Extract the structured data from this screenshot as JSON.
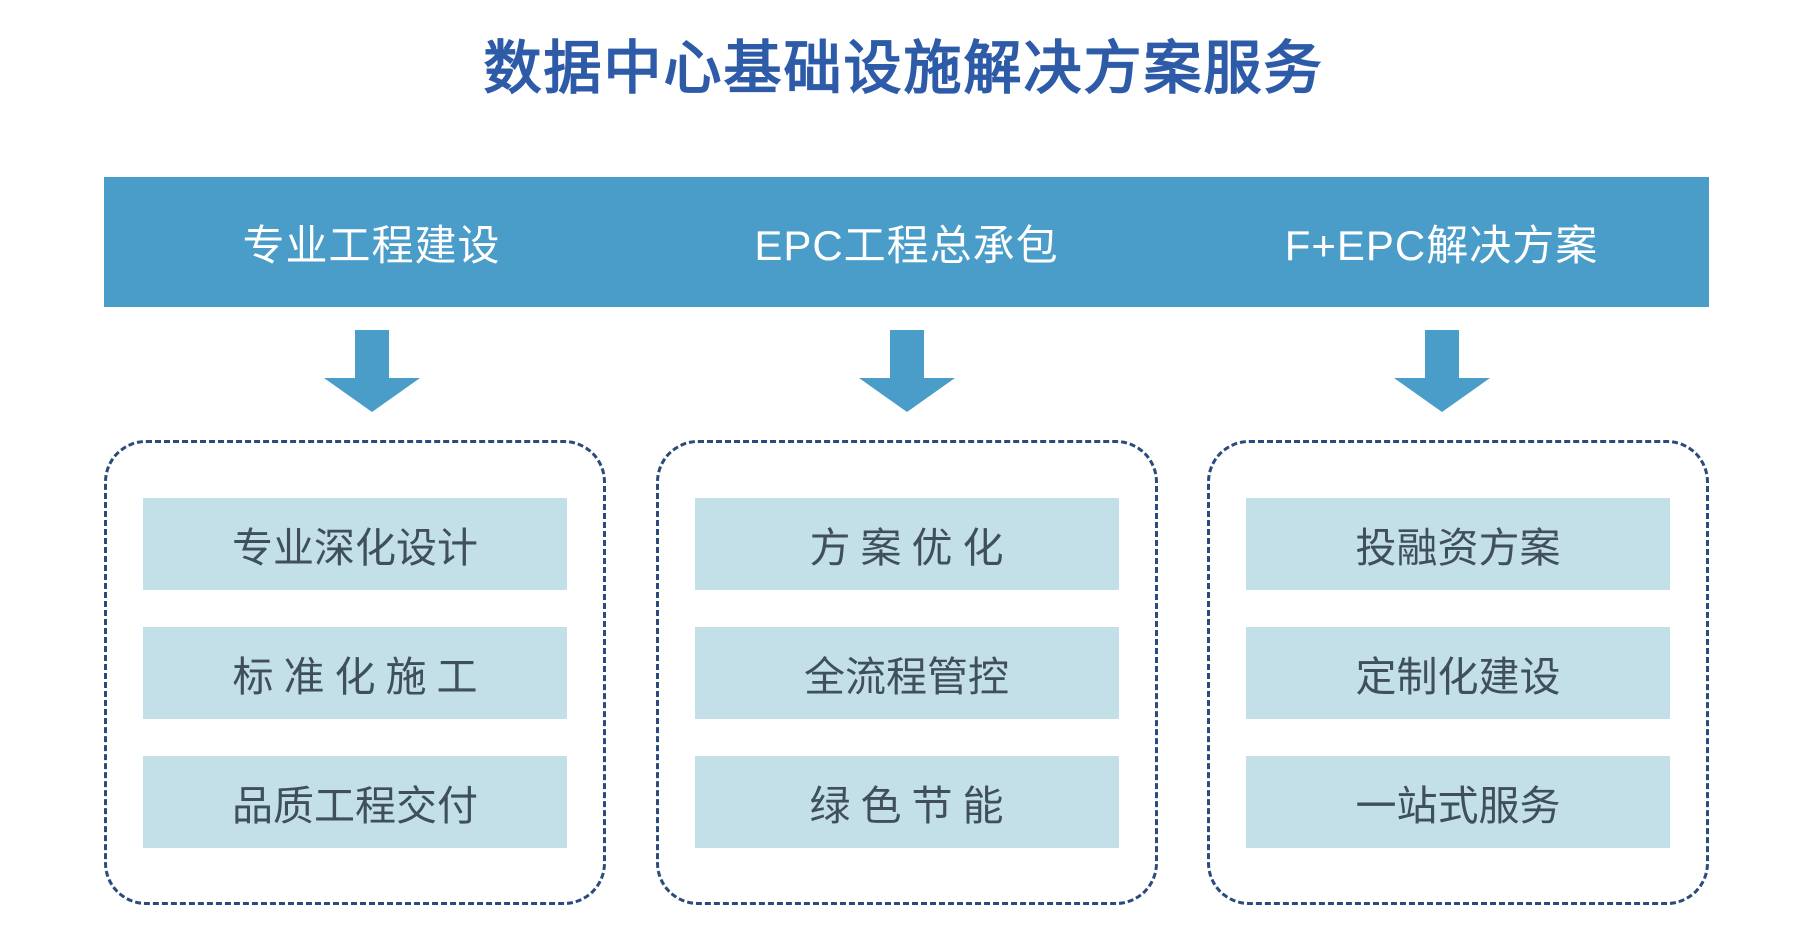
{
  "title": "数据中心基础设施解决方案服务",
  "colors": {
    "title": "#2e5ba8",
    "header_bar": "#4a9cc9",
    "arrow": "#4a9cc9",
    "dashed_border": "#2d4a7c",
    "pill_bg": "#c3dfe7",
    "pill_text": "#3f4f5b",
    "page_bg": "#ffffff"
  },
  "columns": [
    {
      "header": "专业工程建设",
      "arrow_icon": "down-arrow-icon",
      "items": [
        {
          "label": "专业深化设计",
          "spaced": false
        },
        {
          "label": "标准化施工",
          "spaced": true
        },
        {
          "label": "品质工程交付",
          "spaced": false
        }
      ]
    },
    {
      "header": "EPC工程总承包",
      "arrow_icon": "down-arrow-icon",
      "items": [
        {
          "label": "方案优化",
          "spaced": true
        },
        {
          "label": "全流程管控",
          "spaced": false
        },
        {
          "label": "绿色节能",
          "spaced": true
        }
      ]
    },
    {
      "header": "F+EPC解决方案",
      "arrow_icon": "down-arrow-icon",
      "items": [
        {
          "label": "投融资方案",
          "spaced": false
        },
        {
          "label": "定制化建设",
          "spaced": false
        },
        {
          "label": "一站式服务",
          "spaced": false
        }
      ]
    }
  ]
}
